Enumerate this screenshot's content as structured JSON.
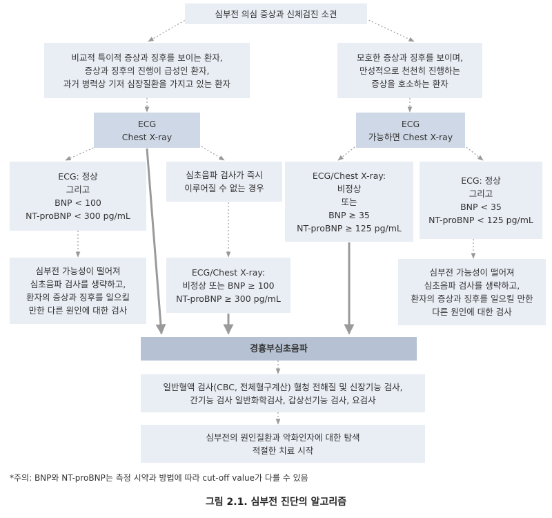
{
  "top": {
    "lines": [
      "심부전 의심 증상과 신체검진 소견"
    ]
  },
  "left_group": {
    "lines": [
      "비교적 특이적 증상과 징후를 보이는 환자,",
      "증상과 징후의 진행이 급성인 환자,",
      "과거 병력상 기저 심장질환을 가지고 있는 환자"
    ]
  },
  "right_group": {
    "lines": [
      "모호한 증상과 징후를 보이며,",
      "만성적으로 천천히 진행하는",
      "증상을 호소하는 환자"
    ]
  },
  "left_ecg": {
    "lines": [
      "ECG",
      "Chest X-ray"
    ]
  },
  "right_ecg": {
    "lines": [
      "ECG",
      "가능하면 Chest X-ray"
    ]
  },
  "left_normal": {
    "lines": [
      "ECG: 정상",
      "그리고",
      "BNP < 100",
      "NT-proBNP < 300 pg/mL"
    ]
  },
  "left_unavailable": {
    "lines": [
      "심초음파 검사가 즉시",
      "이루어질 수 없는 경우"
    ]
  },
  "right_abnormal": {
    "lines": [
      "ECG/Chest X-ray:",
      "비정상",
      "또는",
      "BNP ≥ 35",
      "NT-proBNP ≥ 125 pg/mL"
    ]
  },
  "right_normal": {
    "lines": [
      "ECG: 정상",
      "그리고",
      "BNP < 35",
      "NT-proBNP < 125 pg/mL"
    ]
  },
  "left_low": {
    "lines": [
      "심부전 가능성이 떨어져",
      "심초음파 검사를 생략하고,",
      "환자의 증상과 징후를 일으킬",
      "만한 다른 원인에 대한 검사"
    ]
  },
  "left_abnormal": {
    "lines": [
      "ECG/Chest X-ray:",
      "비정상 또는 BNP ≥ 100",
      "NT-proBNP ≥ 300 pg/mL"
    ]
  },
  "right_low": {
    "lines": [
      "심부전 가능성이 떨어져",
      "심초음파 검사를 생략하고,",
      "환자의 증상과 징후를 일으킬 만한",
      "다른 원인에 대한 검사"
    ]
  },
  "echo": {
    "lines": [
      "경흉부심초음파"
    ]
  },
  "labs": {
    "lines": [
      "일반혈액 검사(CBC, 전체혈구계산) 혈청 전해질 및 신장기능 검사,",
      "간기능 검사 일반화학검사, 갑상선기능 검사, 요검사"
    ]
  },
  "final": {
    "lines": [
      "심부전의 원인질환과 악화인자에 대한 탐색",
      "적절한 치료 시작"
    ]
  },
  "footnote": "*주의: BNP와 NT-proBNP는 측정 시약과 방법에 따라 cut-off value가 다를 수 있음",
  "caption": "그림 2.1.  심부전 진단의 알고리즘",
  "colors": {
    "light_box": "#e9edf4",
    "mid_box": "#cfd8e6",
    "dark_box": "#b6c2d3",
    "dotted_arrow": "#999999",
    "solid_arrow": "#9a9a9a"
  }
}
